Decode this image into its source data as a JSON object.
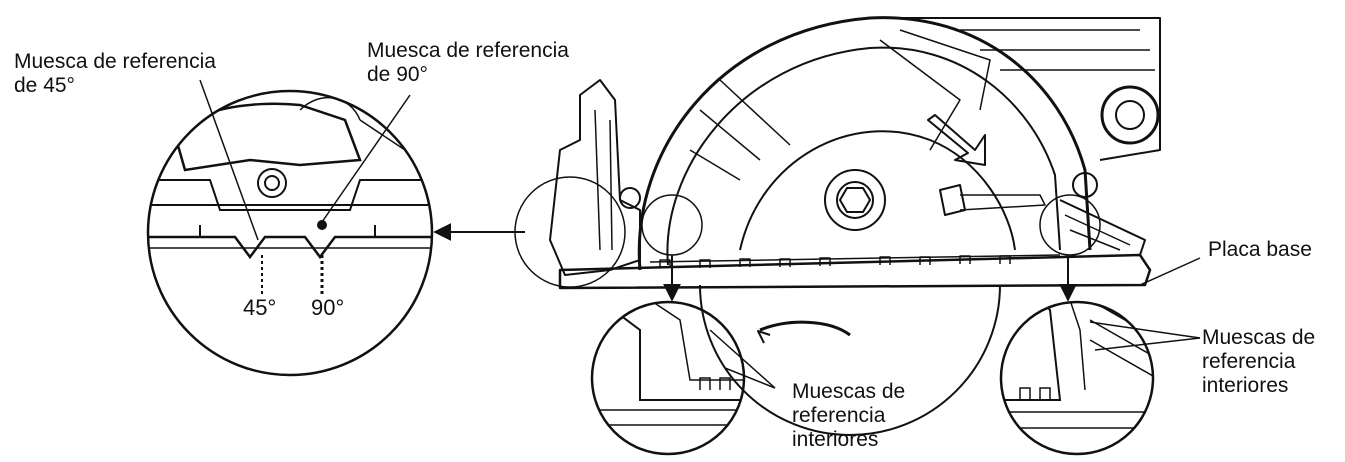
{
  "callouts": {
    "notch_45": {
      "line1": "Muesca de referencia",
      "line2": "de 45°"
    },
    "notch_90": {
      "line1": "Muesca de referencia",
      "line2": "de 90°"
    },
    "base_plate": "Placa base",
    "inner_notches_left": {
      "line1": "Muescas de",
      "line2": "referencia",
      "line3": "interiores"
    },
    "inner_notches_right": {
      "line1": "Muescas de",
      "line2": "referencia",
      "line3": "interiores"
    }
  },
  "angle_marks": {
    "a45": "45°",
    "a90": "90°"
  }
}
